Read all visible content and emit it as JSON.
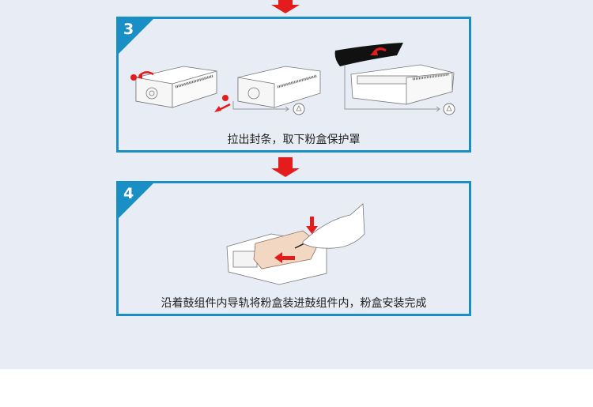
{
  "colors": {
    "background": "#e8ecf5",
    "accent": "#1a8fc6",
    "arrow": "#e41c1c",
    "text": "#222222"
  },
  "steps": [
    {
      "number": "3",
      "caption": "拉出封条，取下粉盒保护罩",
      "illustrations": [
        {
          "name": "toner-cartridge-pull-tab",
          "marker": "1"
        },
        {
          "name": "toner-cartridge-remove-seal",
          "marker": "2",
          "disposal_icon": "recycle-icon"
        },
        {
          "name": "drum-unit-remove-cover",
          "disposal_icon": "recycle-icon"
        }
      ]
    },
    {
      "number": "4",
      "caption": "沿着鼓组件内导轨将粉盒装进鼓组件内，粉盒安装完成",
      "illustrations": [
        {
          "name": "insert-toner-into-drum"
        }
      ]
    }
  ],
  "arrows": [
    "down-arrow-icon",
    "down-arrow-icon"
  ]
}
